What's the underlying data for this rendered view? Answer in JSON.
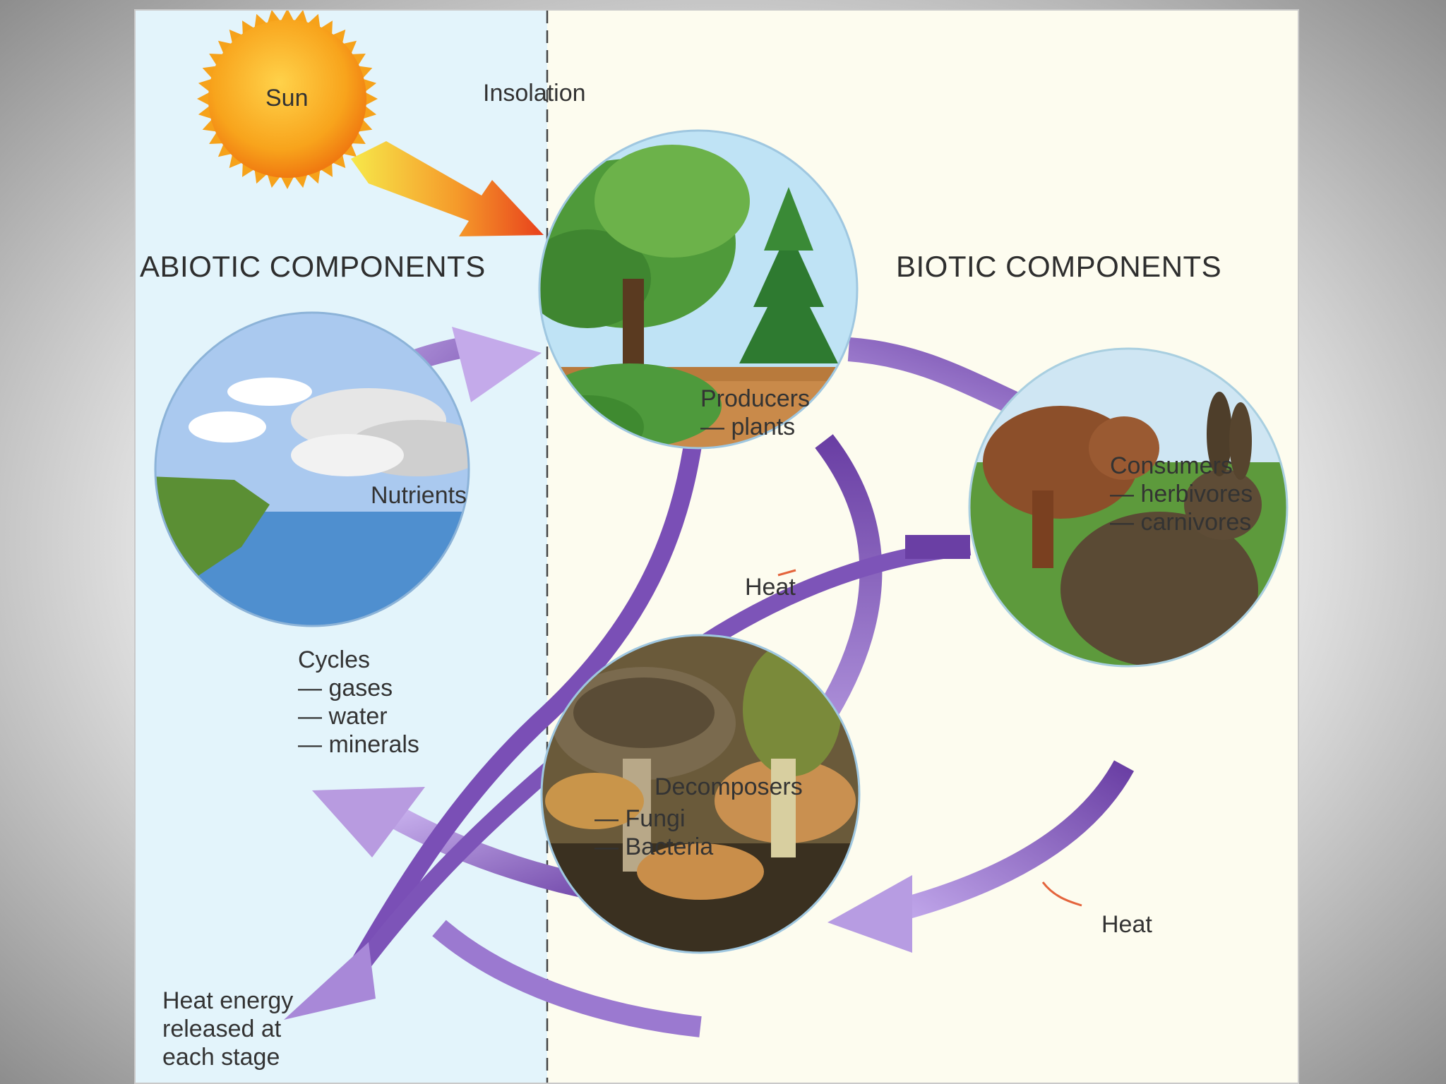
{
  "labels": {
    "sun": "Sun",
    "insolation": "Insolation",
    "abiotic": "ABIOTIC COMPONENTS",
    "biotic": "BIOTIC COMPONENTS",
    "producers": "Producers",
    "producers_sub": "— plants",
    "consumers": "Consumers",
    "consumers_sub1": "— herbivores",
    "consumers_sub2": "— carnivores",
    "nutrients": "Nutrients",
    "heat_center": "Heat",
    "heat_right": "Heat",
    "cycles": "Cycles",
    "cycles_sub1": "— gases",
    "cycles_sub2": "— water",
    "cycles_sub3": "— minerals",
    "decomposers": "Decomposers",
    "decomposers_sub1": "— Fungi",
    "decomposers_sub2": "— Bacteria",
    "heat_energy_1": "Heat energy",
    "heat_energy_2": "released at",
    "heat_energy_3": "each stage"
  },
  "colors": {
    "abiotic_bg": "#e3f4fb",
    "biotic_bg": "#fdfcef",
    "arrow_dark": "#6a3fa4",
    "arrow_light": "#b89be0",
    "sun": "#f6a21a",
    "insolation_start": "#f7e84a",
    "insolation_end": "#e8401c"
  },
  "icons": [
    "sun-icon",
    "tree-icon",
    "cloud-icon",
    "rabbit-icon",
    "mushroom-icon"
  ]
}
